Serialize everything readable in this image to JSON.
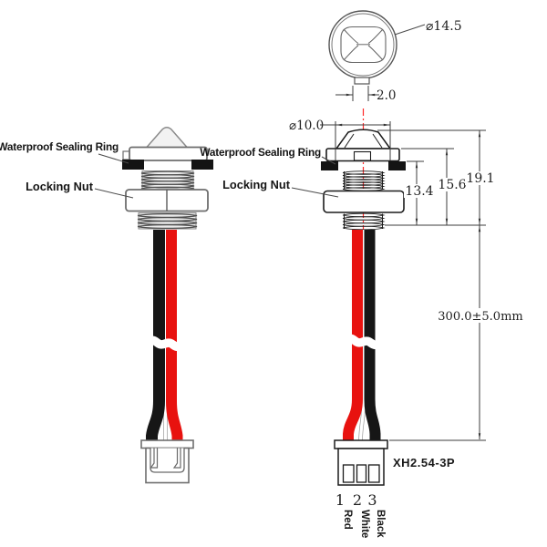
{
  "top_view": {
    "diameter_label": "⌀14.5",
    "tab_width_label": "2.0"
  },
  "side_view_left": {
    "sealing_ring_label": "Waterproof Sealing Ring",
    "locking_nut_label": "Locking Nut"
  },
  "side_view_right": {
    "sealing_ring_label": "Waterproof Sealing Ring",
    "locking_nut_label": "Locking Nut",
    "lens_diameter_label": "⌀10.0"
  },
  "dimensions": {
    "ring_to_thread_end": "13.4",
    "flange_to_thread_end": "15.6",
    "overall_height": "19.1",
    "cable_length": "300.0±5.0mm"
  },
  "connector": {
    "model_label": "XH2.54-3P",
    "pins": [
      {
        "number": "1",
        "wire": "Red"
      },
      {
        "number": "2",
        "wire": "White"
      },
      {
        "number": "3",
        "wire": "Black"
      }
    ]
  },
  "colors": {
    "red_wire": "#e8120f",
    "black_wire": "#161616",
    "centerline_red": "#ff2a2a",
    "sealing_ring_black": "#141414"
  }
}
